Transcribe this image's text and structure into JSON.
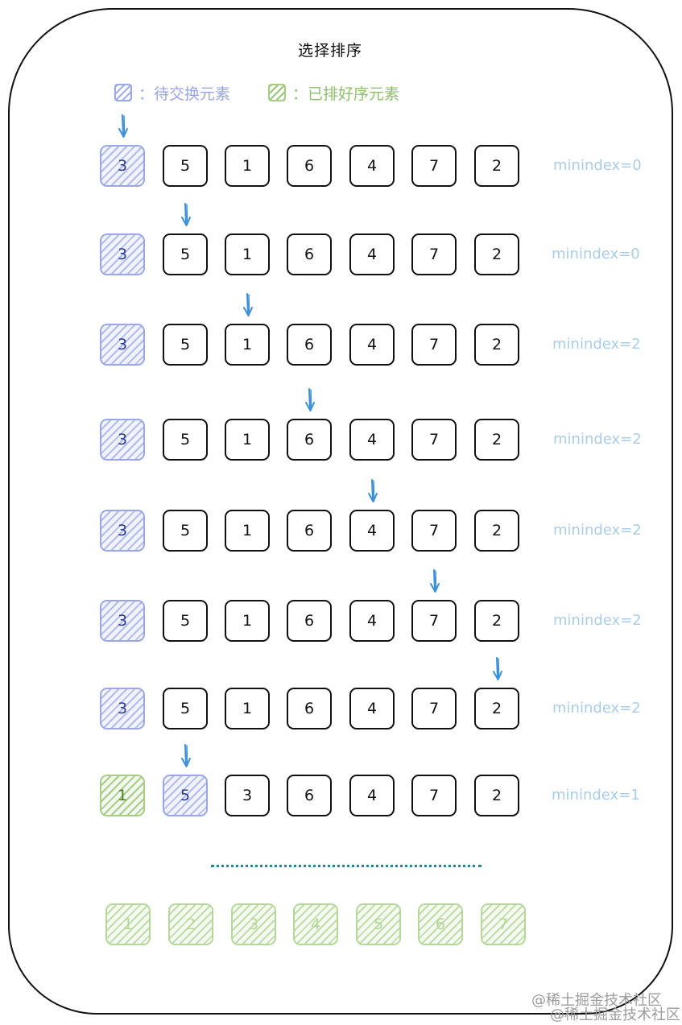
{
  "title": "选择排序",
  "legend": {
    "pending_label": "：待交换元素",
    "sorted_label": "：已排好序元素"
  },
  "steps": [
    {
      "cells": [
        {
          "v": "3",
          "s": "pending"
        },
        {
          "v": "5",
          "s": "normal"
        },
        {
          "v": "1",
          "s": "normal"
        },
        {
          "v": "6",
          "s": "normal"
        },
        {
          "v": "4",
          "s": "normal"
        },
        {
          "v": "7",
          "s": "normal"
        },
        {
          "v": "2",
          "s": "normal"
        }
      ],
      "pointer": 0,
      "minindex": "minindex=0"
    },
    {
      "cells": [
        {
          "v": "3",
          "s": "pending"
        },
        {
          "v": "5",
          "s": "normal"
        },
        {
          "v": "1",
          "s": "normal"
        },
        {
          "v": "6",
          "s": "normal"
        },
        {
          "v": "4",
          "s": "normal"
        },
        {
          "v": "7",
          "s": "normal"
        },
        {
          "v": "2",
          "s": "normal"
        }
      ],
      "pointer": 1,
      "minindex": "minindex=0"
    },
    {
      "cells": [
        {
          "v": "3",
          "s": "pending"
        },
        {
          "v": "5",
          "s": "normal"
        },
        {
          "v": "1",
          "s": "normal"
        },
        {
          "v": "6",
          "s": "normal"
        },
        {
          "v": "4",
          "s": "normal"
        },
        {
          "v": "7",
          "s": "normal"
        },
        {
          "v": "2",
          "s": "normal"
        }
      ],
      "pointer": 2,
      "minindex": "minindex=2"
    },
    {
      "cells": [
        {
          "v": "3",
          "s": "pending"
        },
        {
          "v": "5",
          "s": "normal"
        },
        {
          "v": "1",
          "s": "normal"
        },
        {
          "v": "6",
          "s": "normal"
        },
        {
          "v": "4",
          "s": "normal"
        },
        {
          "v": "7",
          "s": "normal"
        },
        {
          "v": "2",
          "s": "normal"
        }
      ],
      "pointer": 3,
      "minindex": "minindex=2"
    },
    {
      "cells": [
        {
          "v": "3",
          "s": "pending"
        },
        {
          "v": "5",
          "s": "normal"
        },
        {
          "v": "1",
          "s": "normal"
        },
        {
          "v": "6",
          "s": "normal"
        },
        {
          "v": "4",
          "s": "normal"
        },
        {
          "v": "7",
          "s": "normal"
        },
        {
          "v": "2",
          "s": "normal"
        }
      ],
      "pointer": 4,
      "minindex": "minindex=2"
    },
    {
      "cells": [
        {
          "v": "3",
          "s": "pending"
        },
        {
          "v": "5",
          "s": "normal"
        },
        {
          "v": "1",
          "s": "normal"
        },
        {
          "v": "6",
          "s": "normal"
        },
        {
          "v": "4",
          "s": "normal"
        },
        {
          "v": "7",
          "s": "normal"
        },
        {
          "v": "2",
          "s": "normal"
        }
      ],
      "pointer": 5,
      "minindex": "minindex=2"
    },
    {
      "cells": [
        {
          "v": "3",
          "s": "pending"
        },
        {
          "v": "5",
          "s": "normal"
        },
        {
          "v": "1",
          "s": "normal"
        },
        {
          "v": "6",
          "s": "normal"
        },
        {
          "v": "4",
          "s": "normal"
        },
        {
          "v": "7",
          "s": "normal"
        },
        {
          "v": "2",
          "s": "normal"
        }
      ],
      "pointer": 6,
      "minindex": "minindex=2"
    },
    {
      "cells": [
        {
          "v": "1",
          "s": "sorted"
        },
        {
          "v": "5",
          "s": "pending"
        },
        {
          "v": "3",
          "s": "normal"
        },
        {
          "v": "6",
          "s": "normal"
        },
        {
          "v": "4",
          "s": "normal"
        },
        {
          "v": "7",
          "s": "normal"
        },
        {
          "v": "2",
          "s": "normal"
        }
      ],
      "pointer": 1,
      "minindex": "minindex=1"
    }
  ],
  "final": [
    "1",
    "2",
    "3",
    "4",
    "5",
    "6",
    "7"
  ],
  "watermark": "@稀土掘金技术社区",
  "colors": {
    "pending": "#9aa6e6",
    "sorted": "#8fbf6a",
    "arrow": "#3b8fd9",
    "minindex": "#a9cde8",
    "dots": "#2f7f8f"
  }
}
